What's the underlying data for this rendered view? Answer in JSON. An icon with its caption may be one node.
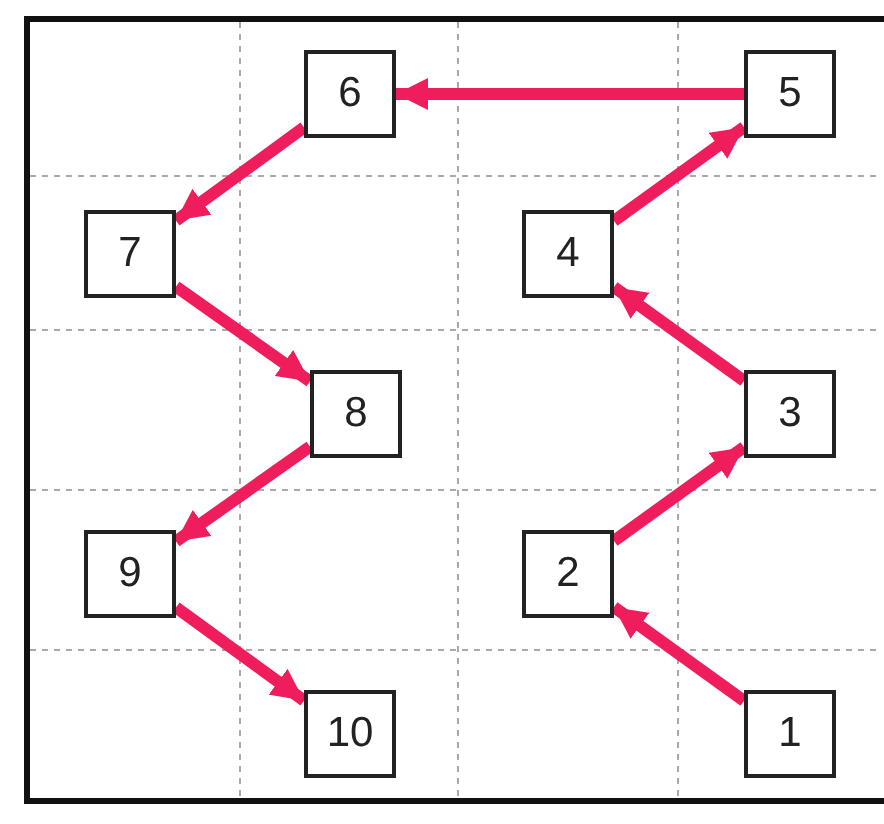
{
  "diagram": {
    "nodes": [
      {
        "text": [
          "6"
        ]
      },
      {
        "text": [
          "5"
        ]
      },
      {
        "text": [
          "7"
        ]
      },
      {
        "text": [
          "4"
        ]
      },
      {
        "text": [
          "8"
        ]
      },
      {
        "text": [
          "3"
        ]
      },
      {
        "text": [
          "9"
        ]
      },
      {
        "text": [
          "2"
        ]
      },
      {
        "text": [
          "10"
        ]
      },
      {
        "text": [
          "1"
        ]
      }
    ],
    "edges": [
      {
        "from": 9,
        "to": 7,
        "arrow": "to"
      },
      {
        "from": 7,
        "to": 5,
        "arrow": "to"
      },
      {
        "from": 5,
        "to": 3,
        "arrow": "to"
      },
      {
        "from": 3,
        "to": 1,
        "arrow": "to"
      },
      {
        "from": 1,
        "to": 0,
        "arrow": "to"
      },
      {
        "from": 0,
        "to": 2,
        "arrow": "to"
      },
      {
        "from": 2,
        "to": 4,
        "arrow": "to"
      },
      {
        "from": 4,
        "to": 6,
        "arrow": "to"
      },
      {
        "from": 6,
        "to": 8,
        "arrow": "to"
      }
    ]
  }
}
